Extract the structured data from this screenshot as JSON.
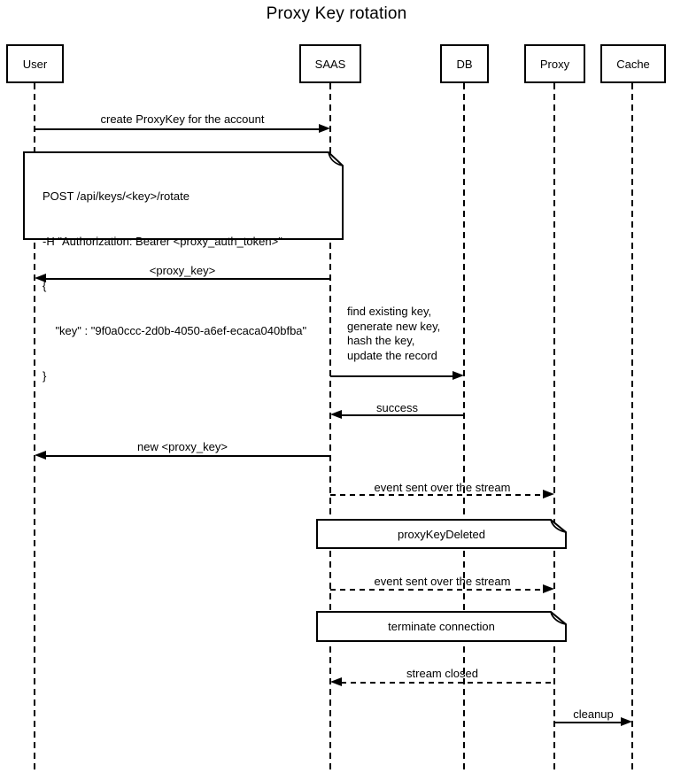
{
  "title": "Proxy Key rotation",
  "colors": {
    "ink": "#000000",
    "background": "#ffffff"
  },
  "actors": [
    {
      "label": "User"
    },
    {
      "label": "SAAS"
    },
    {
      "label": "DB"
    },
    {
      "label": "Proxy"
    },
    {
      "label": "Cache"
    }
  ],
  "messages": {
    "create_proxykey": {
      "label": "create ProxyKey for the account",
      "from": "User",
      "to": "SAAS",
      "style": "solid"
    },
    "proxy_key_return": {
      "label": "<proxy_key>",
      "from": "SAAS",
      "to": "User",
      "style": "solid"
    },
    "db_update": {
      "label": "find existing key,\ngenerate new key,\nhash the key,\nupdate the record",
      "from": "SAAS",
      "to": "DB",
      "style": "solid"
    },
    "success": {
      "label": "success",
      "from": "DB",
      "to": "SAAS",
      "style": "solid"
    },
    "new_proxy_key": {
      "label": "new <proxy_key>",
      "from": "SAAS",
      "to": "User",
      "style": "solid"
    },
    "event_stream_1": {
      "label": "event sent over the stream",
      "from": "SAAS",
      "to": "Proxy",
      "style": "dashed"
    },
    "event_stream_2": {
      "label": "event sent over the stream",
      "from": "SAAS",
      "to": "Proxy",
      "style": "dashed"
    },
    "stream_closed": {
      "label": "stream closed",
      "from": "Proxy",
      "to": "SAAS",
      "style": "dashed"
    },
    "cleanup": {
      "label": "cleanup",
      "from": "Proxy",
      "to": "Cache",
      "style": "solid"
    }
  },
  "notes": {
    "rotate_request": {
      "lines": [
        "POST /api/keys/<key>/rotate",
        "-H \"Authorization: Bearer <proxy_auth_token>\"",
        "{",
        "    \"key\" : \"9f0a0ccc-2d0b-4050-a6ef-ecaca040bfba\"",
        "}"
      ]
    },
    "proxy_key_deleted": {
      "label": "proxyKeyDeleted"
    },
    "terminate_connection": {
      "label": "terminate connection"
    }
  }
}
